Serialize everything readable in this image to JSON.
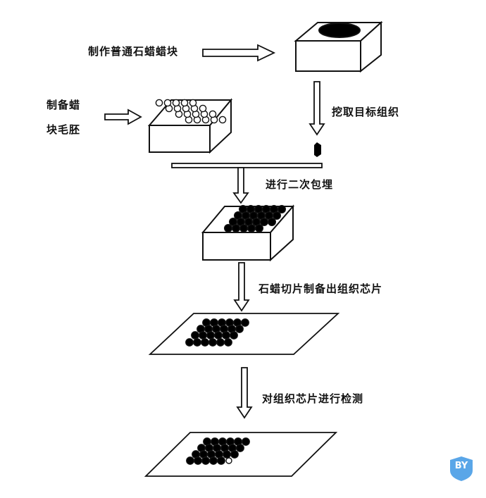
{
  "labels": {
    "make_block": "制作普通石蜡蜡块",
    "prep_line1": "制备蜡",
    "prep_line2": "块毛胚",
    "extract": "挖取目标组织",
    "reembed": "进行二次包埋",
    "section": "石蜡切片制备出组织芯片",
    "detect": "对组织芯片进行检测"
  },
  "badge": {
    "text": "BY",
    "color": "#5aa6e8"
  },
  "colors": {
    "ink": "#111111",
    "paper": "#ffffff"
  }
}
